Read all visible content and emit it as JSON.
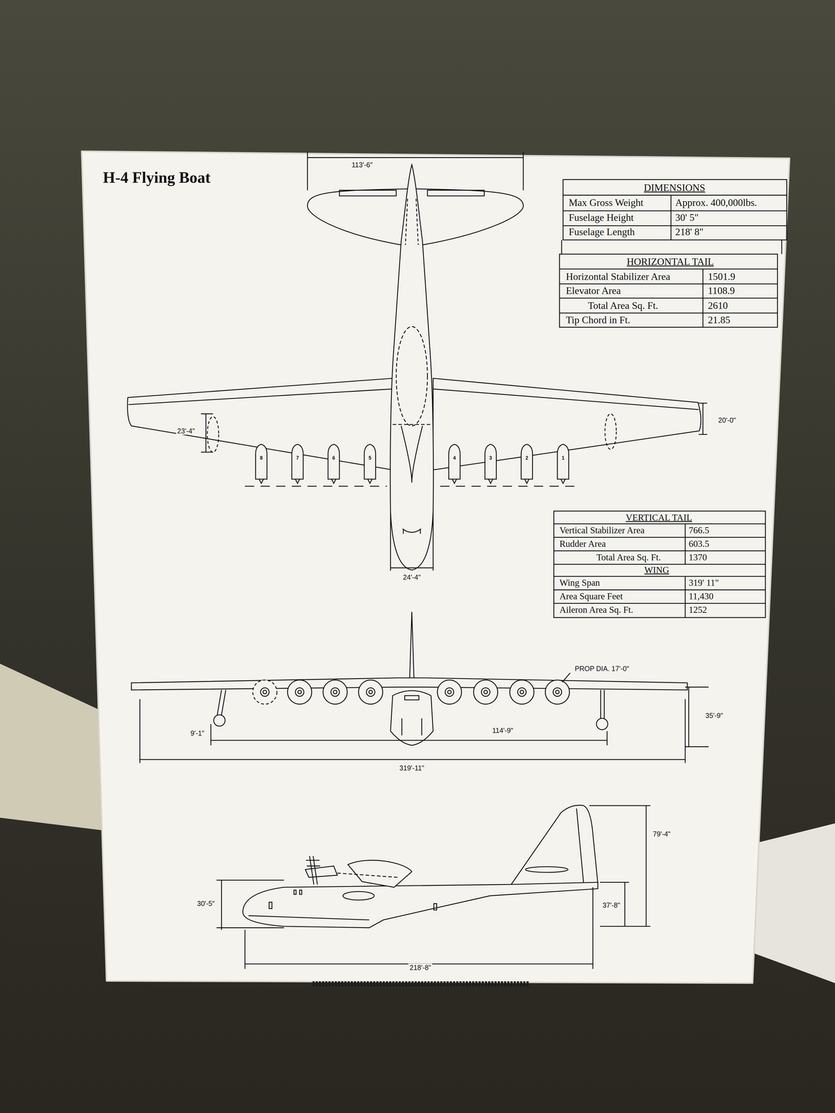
{
  "diagram": {
    "title": "H-4 Flying Boat",
    "labels": [
      "113'-6\"",
      "DIMENSIONS",
      "Max Gross Weight",
      "Approx. 400,000lbs.",
      "Fuselage Height",
      "30' 5\"",
      "Fuselage Length",
      "218' 8\"",
      "HORIZONTAL TAIL",
      "Horizontal Stabilizer Area",
      "1501.9",
      "Elevator Area",
      "1108.9",
      "Total Area Sq. Ft.",
      "2610",
      "Tip Chord in Ft.",
      "21.85",
      "23'-4\"",
      "20'-0\"",
      "8",
      "7",
      "6",
      "5",
      "4",
      "3",
      "2",
      "1",
      "24'-4\"",
      "VERTICAL TAIL",
      "Vertical Stabilizer Area",
      "766.5",
      "Rudder Area",
      "603.5",
      "Total Area Sq. Ft.",
      "1370",
      "WING",
      "Wing Span",
      "319' 11\"",
      "Area Square Feet",
      "11,430",
      "Aileron Area Sq. Ft.",
      "1252",
      "PROP DIA. 17'-0\"",
      "35'-9\"",
      "9'-1\"",
      "114'-9\"",
      "319'-11\"",
      "79'-4\"",
      "30'-5\"",
      "37'-8\"",
      "218'-8\""
    ]
  }
}
